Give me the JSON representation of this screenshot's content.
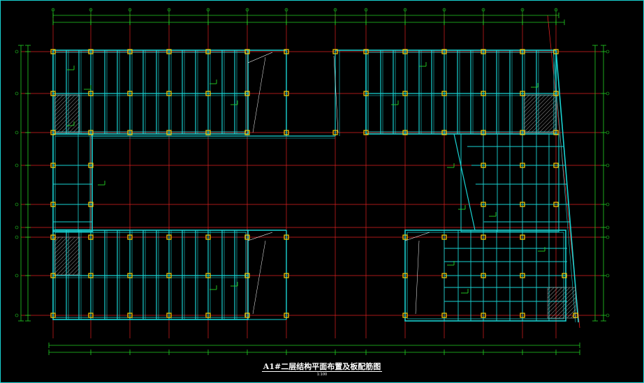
{
  "drawing": {
    "title": "A1#二层结构平面布置及板配筋图",
    "scale": "1:100"
  },
  "colors": {
    "background": "#000000",
    "frame": "#19d3d3",
    "beam": "#19d3d3",
    "grid_axis": "#e02020",
    "column_outline": "#ffd200",
    "dimension": "#23d223",
    "annotation": "#ffffff",
    "hatch": "#9a9a9a"
  },
  "icons": [
    "column-marker",
    "axis-bubble",
    "hatch-slab"
  ]
}
